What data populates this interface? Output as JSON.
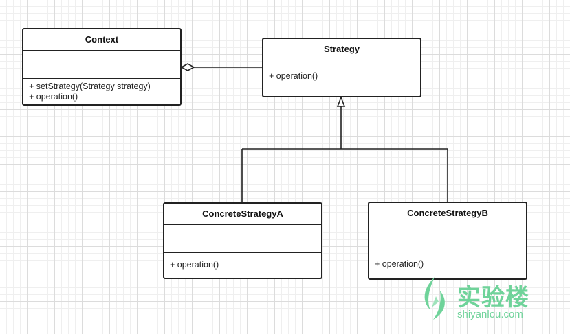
{
  "classes": {
    "context": {
      "name": "Context",
      "operations": [
        "+ setStrategy(Strategy strategy)",
        "+ operation()"
      ]
    },
    "strategy": {
      "name": "Strategy",
      "operations": [
        "+ operation()"
      ]
    },
    "concrete_a": {
      "name": "ConcreteStrategyA",
      "operations": [
        "+ operation()"
      ]
    },
    "concrete_b": {
      "name": "ConcreteStrategyB",
      "operations": [
        "+ operation()"
      ]
    }
  },
  "relationships": [
    {
      "type": "aggregation",
      "from": "Strategy",
      "to": "Context"
    },
    {
      "type": "generalization",
      "from": "ConcreteStrategyA",
      "to": "Strategy"
    },
    {
      "type": "generalization",
      "from": "ConcreteStrategyB",
      "to": "Strategy"
    }
  ],
  "watermark": {
    "text_cn": "实验楼",
    "text_en": "shiyanlou.com",
    "color": "#6fd39a"
  }
}
